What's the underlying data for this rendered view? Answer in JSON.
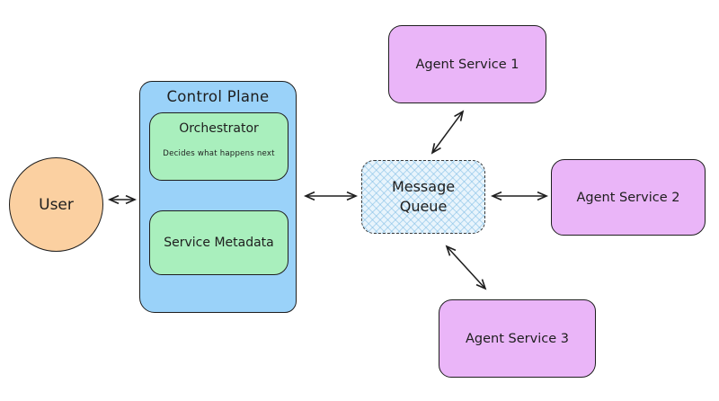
{
  "diagram": {
    "user": {
      "label": "User"
    },
    "control_plane": {
      "title": "Control Plane",
      "orchestrator": {
        "title": "Orchestrator",
        "subtitle": "Decides what happens next"
      },
      "service_metadata": {
        "title": "Service Metadata"
      }
    },
    "message_queue": {
      "label": "Message Queue"
    },
    "agent_services": [
      {
        "label": "Agent Service 1"
      },
      {
        "label": "Agent Service 2"
      },
      {
        "label": "Agent Service 3"
      }
    ],
    "connections": [
      "User <-> Control Plane",
      "Control Plane <-> Message Queue",
      "Message Queue <-> Agent Service 1",
      "Message Queue <-> Agent Service 2",
      "Message Queue <-> Agent Service 3"
    ]
  },
  "colors": {
    "background": "#ffffff",
    "stroke": "#1e1e1e",
    "user-fill": "#fbd0a1",
    "control-plane-fill": "#9ad2f9",
    "inner-fill": "#a9efbd",
    "queue-fill": "#e8f4fc",
    "agent-fill": "#eab5f8"
  }
}
